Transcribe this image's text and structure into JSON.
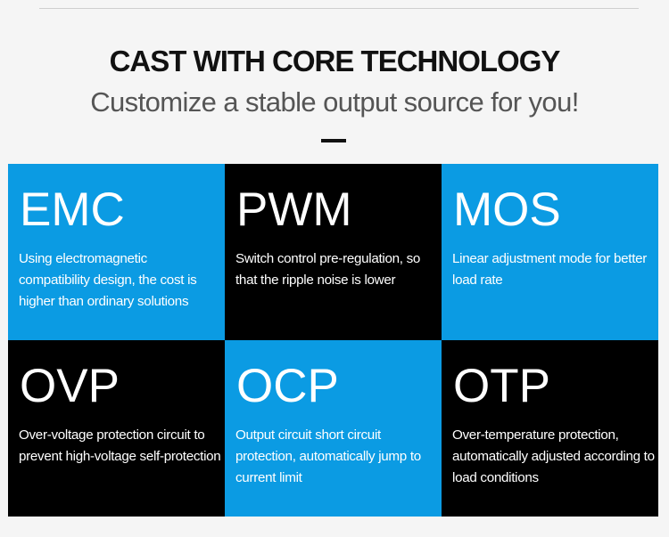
{
  "header": {
    "title": "CAST WITH CORE TECHNOLOGY",
    "subtitle": "Customize a stable output source for you!"
  },
  "colors": {
    "blue": "#0b9be3",
    "black": "#000000",
    "background": "#f5f5f5"
  },
  "features": [
    {
      "title": "EMC",
      "description": "Using electromagnetic compatibility design, the cost is higher than ordinary solutions",
      "color": "blue"
    },
    {
      "title": "PWM",
      "description": "Switch control pre-regulation, so that the ripple noise is lower",
      "color": "black"
    },
    {
      "title": "MOS",
      "description": "Linear adjustment mode for better load rate",
      "color": "blue"
    },
    {
      "title": "OVP",
      "description": "Over-voltage protection circuit to prevent high-voltage self-protection",
      "color": "black"
    },
    {
      "title": "OCP",
      "description": "Output circuit short circuit protection, automatically jump to current limit",
      "color": "blue"
    },
    {
      "title": "OTP",
      "description": "Over-temperature protection, automatically adjusted according to load conditions",
      "color": "black"
    }
  ]
}
